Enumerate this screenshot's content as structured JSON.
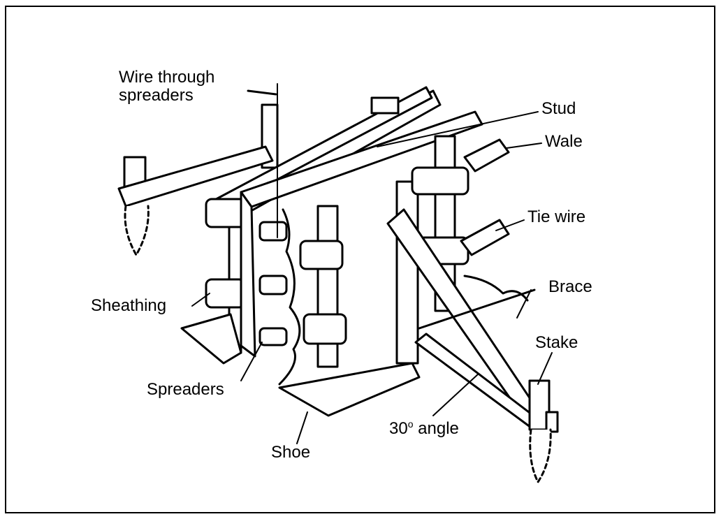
{
  "labels": {
    "wire_through_1": "Wire through",
    "wire_through_2": "spreaders",
    "stud": "Stud",
    "wale": "Wale",
    "tie_wire": "Tie wire",
    "brace": "Brace",
    "stake": "Stake",
    "sheathing": "Sheathing",
    "spreaders": "Spreaders",
    "shoe": "Shoe",
    "angle_num": "30",
    "angle_deg": "o",
    "angle_text": "angle"
  },
  "colors": {
    "ink": "#000000",
    "paper": "#ffffff"
  }
}
